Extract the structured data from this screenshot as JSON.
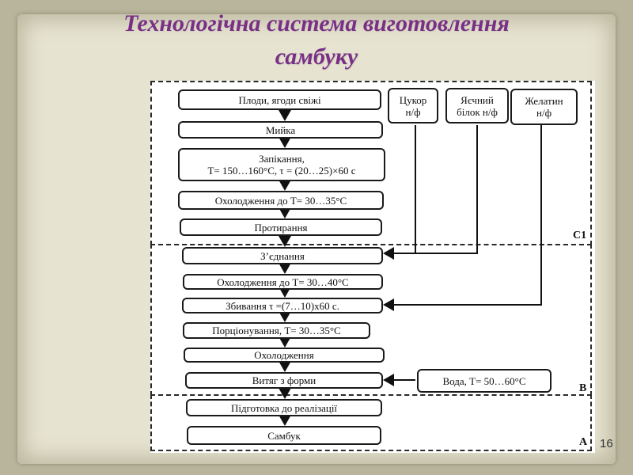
{
  "title": {
    "line1": "Технологічна система виготовлення",
    "line2": "самбуку"
  },
  "zones": {
    "c1": "С1",
    "b": "В",
    "a": "А"
  },
  "steps": {
    "s1": "Плоди, ягоди свіжі",
    "s2": "Мийка",
    "s3a": "Запікання,",
    "s3b": "Т= 150…160°С, τ = (20…25)×60 с",
    "s4": "Охолодження до Т= 30…35°С",
    "s5": "Протирання",
    "s6": "З’єднання",
    "s7": "Охолодження до  Т= 30…40°С",
    "s8": "Збивання τ =(7…10)х60 с.",
    "s9": "Порціонування, Т= 30…35°С",
    "s10": "Охолодження",
    "s11": "Витяг з форми",
    "s12": "Підготовка до реалізації",
    "s13": "Самбук"
  },
  "inputs": {
    "sugar_a": "Цукор",
    "sugar_b": "н/ф",
    "egg_a": "Яєчний",
    "egg_b": "білок н/ф",
    "gel_a": "Желатин",
    "gel_b": "н/ф",
    "water": "Вода, Т= 50…60°С"
  },
  "page_number": "16"
}
